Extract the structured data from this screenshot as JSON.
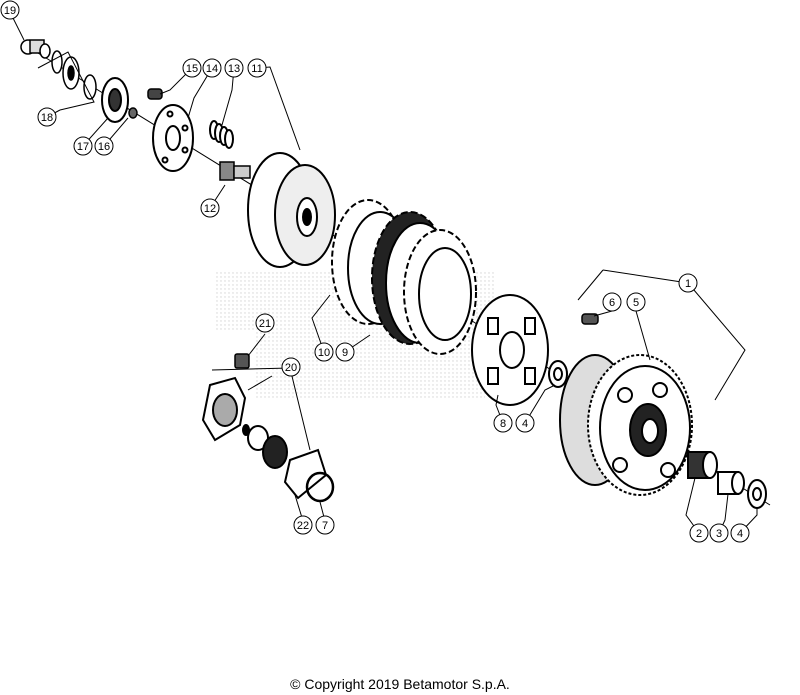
{
  "diagram": {
    "callouts": [
      {
        "id": "c1",
        "label": "1"
      },
      {
        "id": "c2",
        "label": "2"
      },
      {
        "id": "c3",
        "label": "3"
      },
      {
        "id": "c4a",
        "label": "4"
      },
      {
        "id": "c4b",
        "label": "4"
      },
      {
        "id": "c5",
        "label": "5"
      },
      {
        "id": "c6",
        "label": "6"
      },
      {
        "id": "c7",
        "label": "7"
      },
      {
        "id": "c8",
        "label": "8"
      },
      {
        "id": "c9",
        "label": "9"
      },
      {
        "id": "c10",
        "label": "10"
      },
      {
        "id": "c11",
        "label": "11"
      },
      {
        "id": "c12",
        "label": "12"
      },
      {
        "id": "c13",
        "label": "13"
      },
      {
        "id": "c14",
        "label": "14"
      },
      {
        "id": "c15",
        "label": "15"
      },
      {
        "id": "c16",
        "label": "16"
      },
      {
        "id": "c17",
        "label": "17"
      },
      {
        "id": "c18",
        "label": "18"
      },
      {
        "id": "c19",
        "label": "19"
      },
      {
        "id": "c20",
        "label": "20"
      },
      {
        "id": "c21",
        "label": "21"
      },
      {
        "id": "c22",
        "label": "22"
      }
    ],
    "line_color": "#000000",
    "watermark_color": "#d8d8d8"
  },
  "footer": {
    "copyright": "© Copyright 2019 Betamotor S.p.A."
  }
}
